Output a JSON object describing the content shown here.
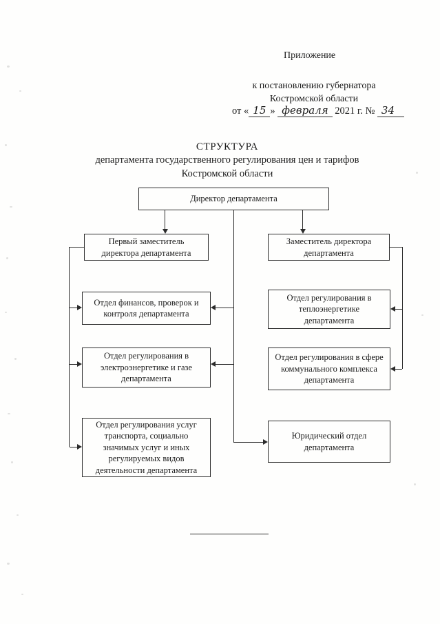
{
  "header": {
    "appendix": "Приложение",
    "decree_line1": "к постановлению губернатора",
    "decree_line2": "Костромской области",
    "date": {
      "prefix": "от «",
      "day": "15",
      "close_quote": "»",
      "month": "февраля",
      "year_part": "2021 г. №",
      "number": "34"
    }
  },
  "title": {
    "line1": "СТРУКТУРА",
    "line2": "департамента государственного регулирования цен и тарифов",
    "line3": "Костромской области"
  },
  "org_chart": {
    "director": "Директор департамента",
    "left_branch": {
      "head": "Первый заместитель директора департамента",
      "units": [
        "Отдел финансов, проверок и контроля департамента",
        "Отдел регулирования в электроэнергетике и газе департамента",
        "Отдел регулирования услуг транспорта, социально значимых услуг и иных регулируемых видов деятельности департамента"
      ]
    },
    "right_branch": {
      "head": "Заместитель директора департамента",
      "units": [
        "Отдел регулирования в теплоэнергетике департамента",
        "Отдел регулирования в сфере коммунального комплекса департамента",
        "Юридический отдел департамента"
      ]
    }
  }
}
